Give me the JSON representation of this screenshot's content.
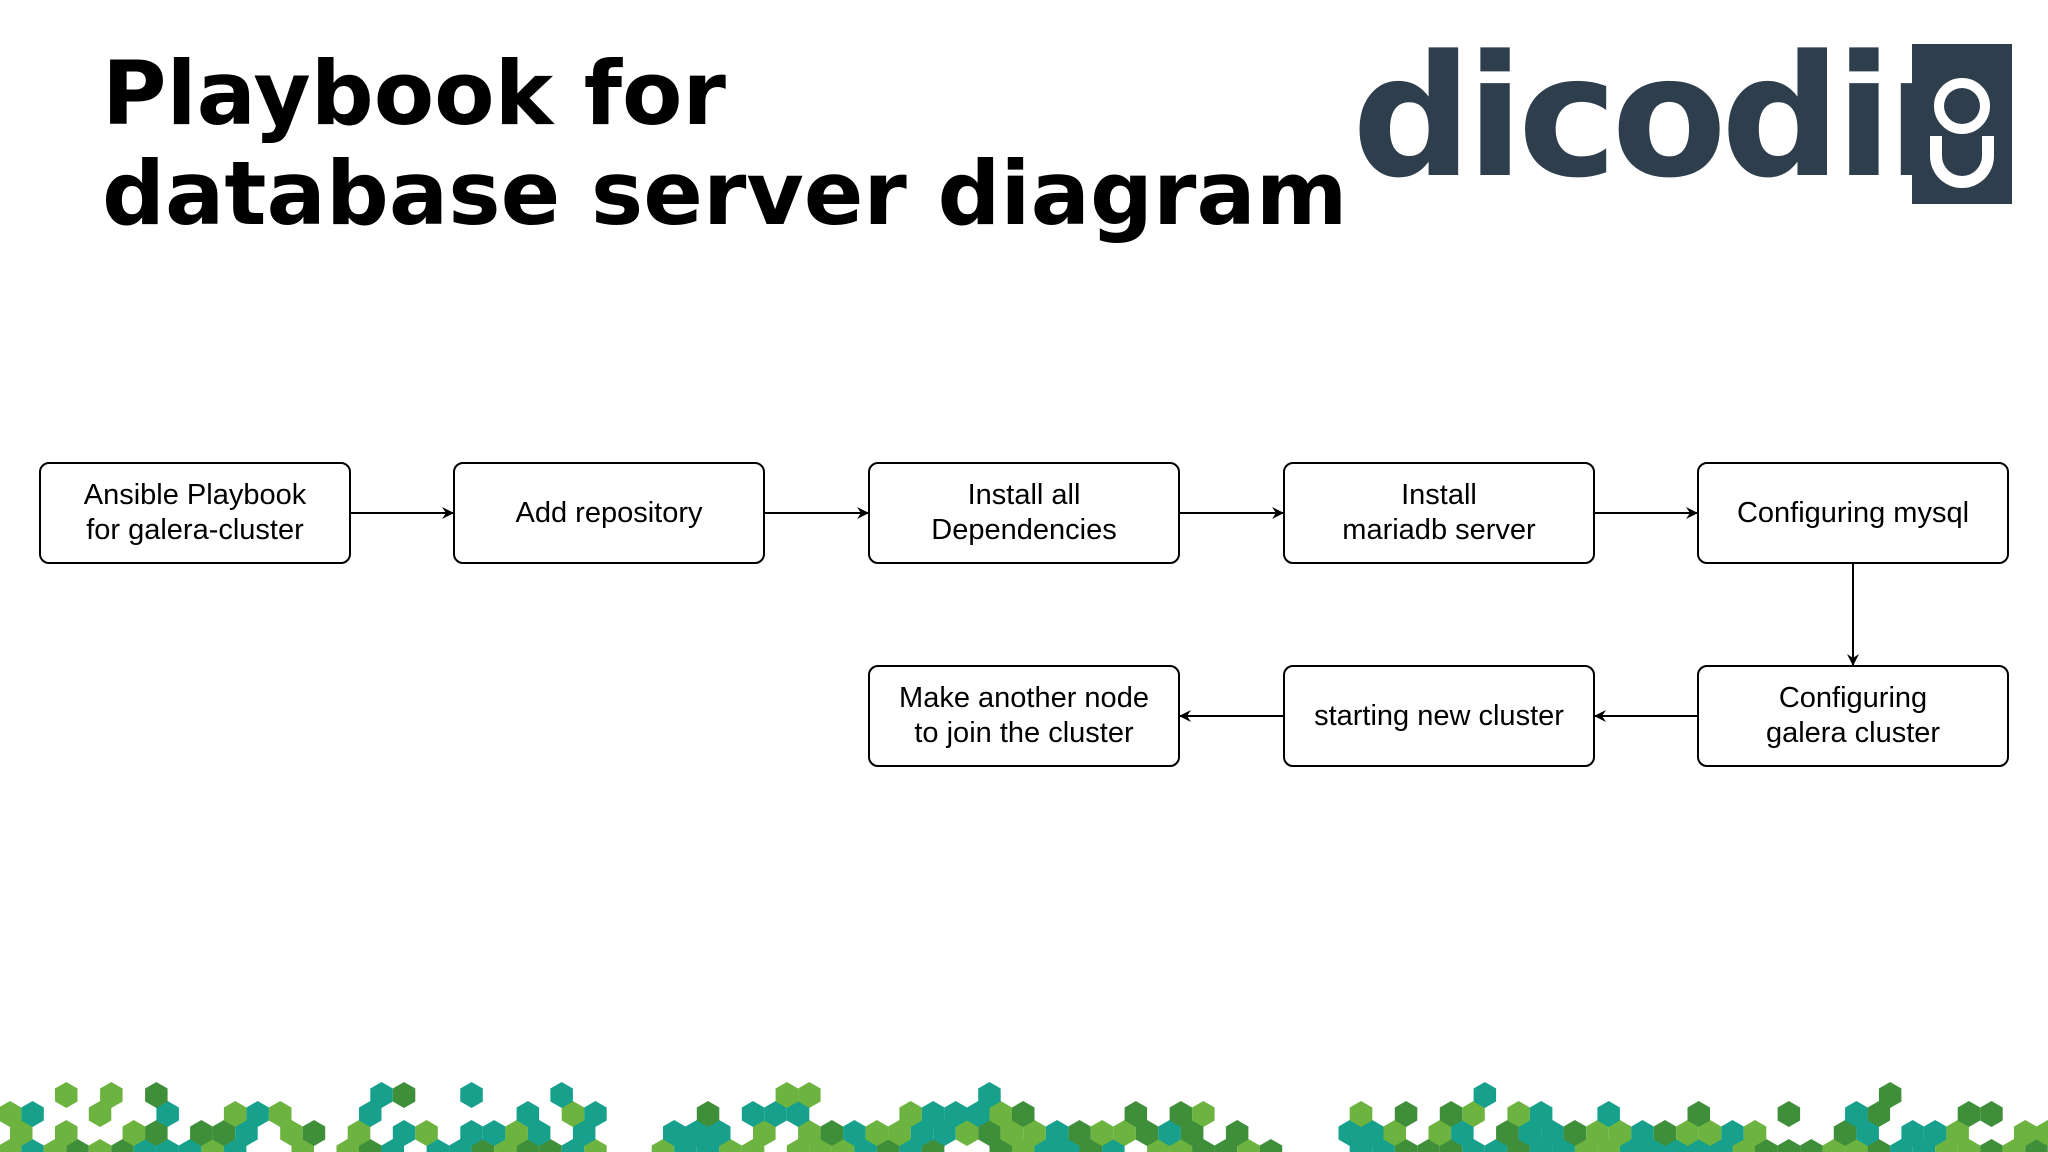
{
  "slide": {
    "title_line1": "Playbook for",
    "title_line2": "database server diagram"
  },
  "logo": {
    "text": "dicodin",
    "icon": "g-letter-block-logo",
    "color": "#2f3e4d"
  },
  "flowchart": {
    "nodes": [
      {
        "id": "n1",
        "label": "Ansible Playbook\nfor galera-cluster"
      },
      {
        "id": "n2",
        "label": "Add repository"
      },
      {
        "id": "n3",
        "label": "Install all\nDependencies"
      },
      {
        "id": "n4",
        "label": "Install\nmariadb server"
      },
      {
        "id": "n5",
        "label": "Configuring mysql"
      },
      {
        "id": "n6",
        "label": "Configuring\ngalera cluster"
      },
      {
        "id": "n7",
        "label": "starting new cluster"
      },
      {
        "id": "n8",
        "label": "Make another node\nto join the cluster"
      }
    ],
    "edges": [
      {
        "from": "n1",
        "to": "n2"
      },
      {
        "from": "n2",
        "to": "n3"
      },
      {
        "from": "n3",
        "to": "n4"
      },
      {
        "from": "n4",
        "to": "n5"
      },
      {
        "from": "n5",
        "to": "n6"
      },
      {
        "from": "n6",
        "to": "n7"
      },
      {
        "from": "n7",
        "to": "n8"
      }
    ]
  },
  "colors": {
    "hex_teal": "#17a08c",
    "hex_green": "#6cb33f",
    "hex_dark_green": "#3f8f3a"
  }
}
